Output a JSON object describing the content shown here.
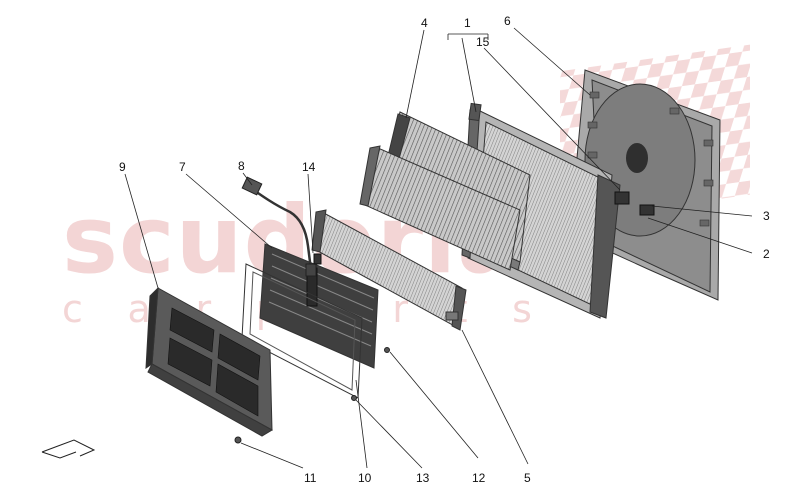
{
  "watermark": {
    "main": "scuderia",
    "sub": "c a r   p a r t s",
    "color": "#f3d5d5"
  },
  "callouts": [
    {
      "id": "c1",
      "text": "1"
    },
    {
      "id": "c2",
      "text": "2"
    },
    {
      "id": "c3",
      "text": "3"
    },
    {
      "id": "c4",
      "text": "4"
    },
    {
      "id": "c5",
      "text": "5"
    },
    {
      "id": "c6",
      "text": "6"
    },
    {
      "id": "c7",
      "text": "7"
    },
    {
      "id": "c8",
      "text": "8"
    },
    {
      "id": "c9",
      "text": "9"
    },
    {
      "id": "c10",
      "text": "10"
    },
    {
      "id": "c11",
      "text": "11"
    },
    {
      "id": "c12",
      "text": "12"
    },
    {
      "id": "c13",
      "text": "13"
    },
    {
      "id": "c14",
      "text": "14"
    },
    {
      "id": "c15",
      "text": "15"
    }
  ],
  "colors": {
    "part_stroke": "#333333",
    "part_fill_dark": "#4a4a4a",
    "part_fill_mid": "#9a9a9a",
    "part_fill_light": "#d6d6d6"
  }
}
